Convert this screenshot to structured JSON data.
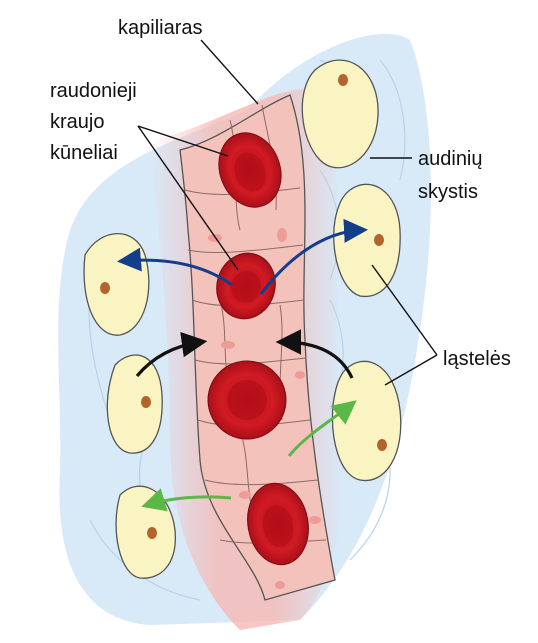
{
  "labels": {
    "capillary": "kapiliaras",
    "rbc_line1": "raudonieji",
    "rbc_line2": "kraujo",
    "rbc_line3": "kūneliai",
    "fluid_line1": "audinių",
    "fluid_line2": "skystis",
    "cells": "ląstelės"
  },
  "colors": {
    "tissue_fluid": "#d8e9f8",
    "capillary_wall": "#f3c3bb",
    "capillary_glow": "#f7b6b0",
    "red_blood_cell": "#d11a24",
    "tissue_cell": "#faf3c2",
    "cell_nucleus": "#b2642a",
    "arrow_blue": "#143d8c",
    "arrow_black": "#111111",
    "arrow_green": "#5bb748"
  }
}
